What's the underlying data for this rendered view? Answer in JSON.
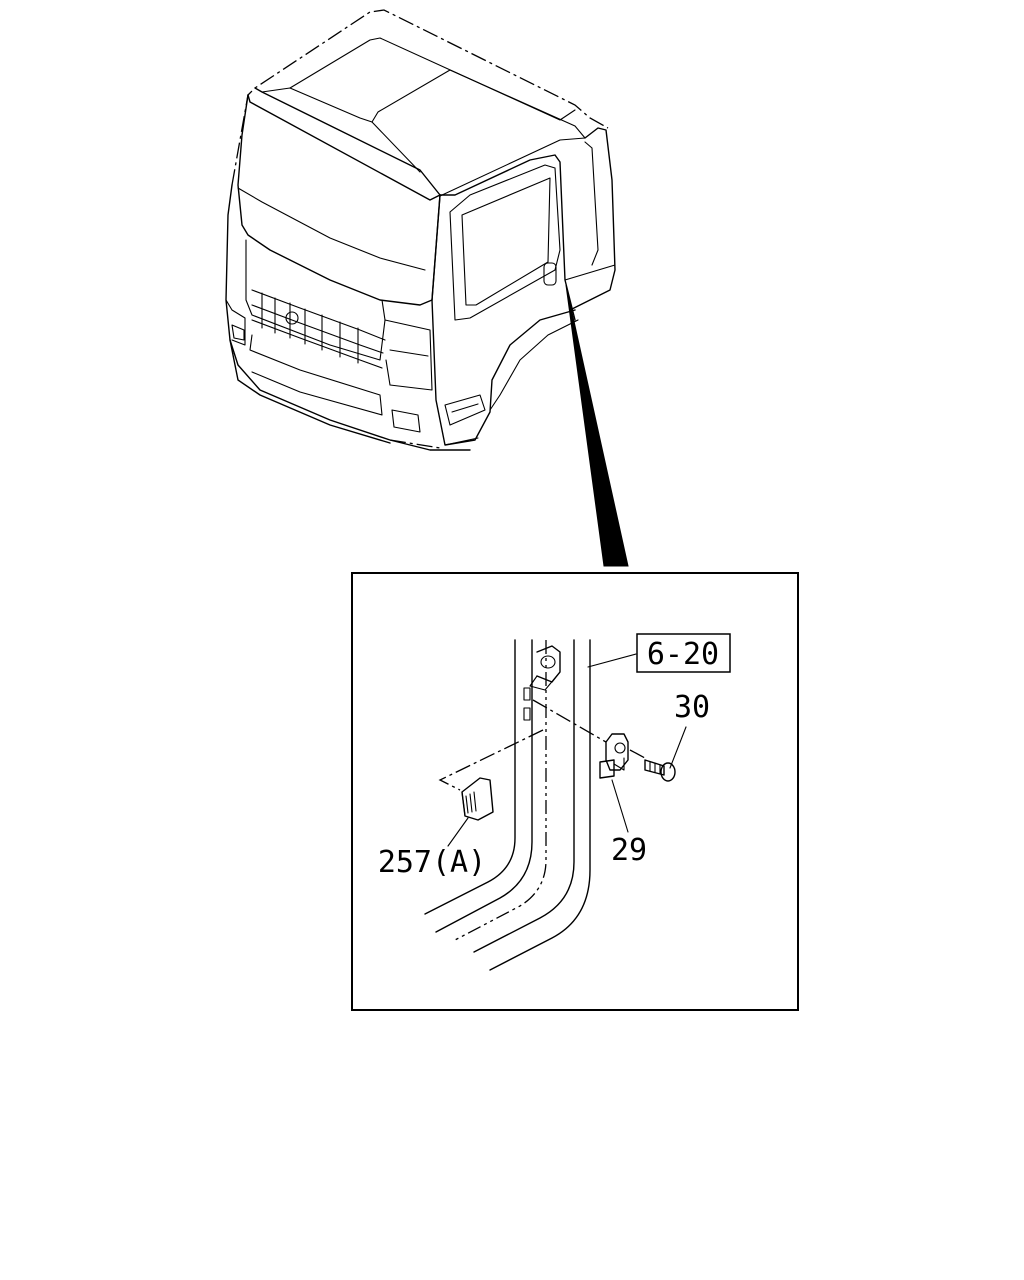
{
  "callouts": {
    "ref_box": "6-20",
    "bolt": "30",
    "striker": "29",
    "cap": "257(A)"
  }
}
